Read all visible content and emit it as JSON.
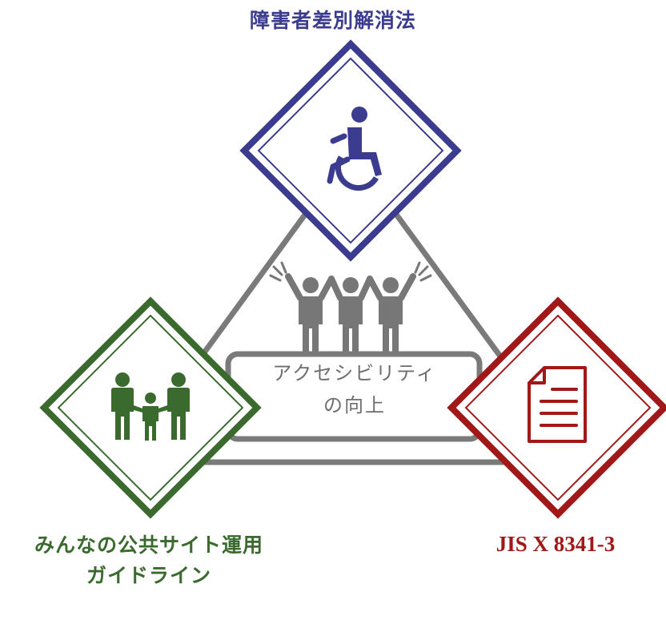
{
  "labels": {
    "top": "障害者差別解消法",
    "left_line1": "みんなの公共サイト運用",
    "left_line2": "ガイドライン",
    "right": "JIS X 8341-3"
  },
  "center": {
    "line1": "アクセシビリティ",
    "line2": "の向上"
  },
  "icons": {
    "top": "wheelchair-icon",
    "left": "family-icon",
    "right": "document-icon",
    "center": "cheering-people-icon"
  },
  "colors": {
    "blue": "#3b3b8f",
    "green": "#3b6a2e",
    "red": "#a01818",
    "gray": "#6e6e6e"
  }
}
